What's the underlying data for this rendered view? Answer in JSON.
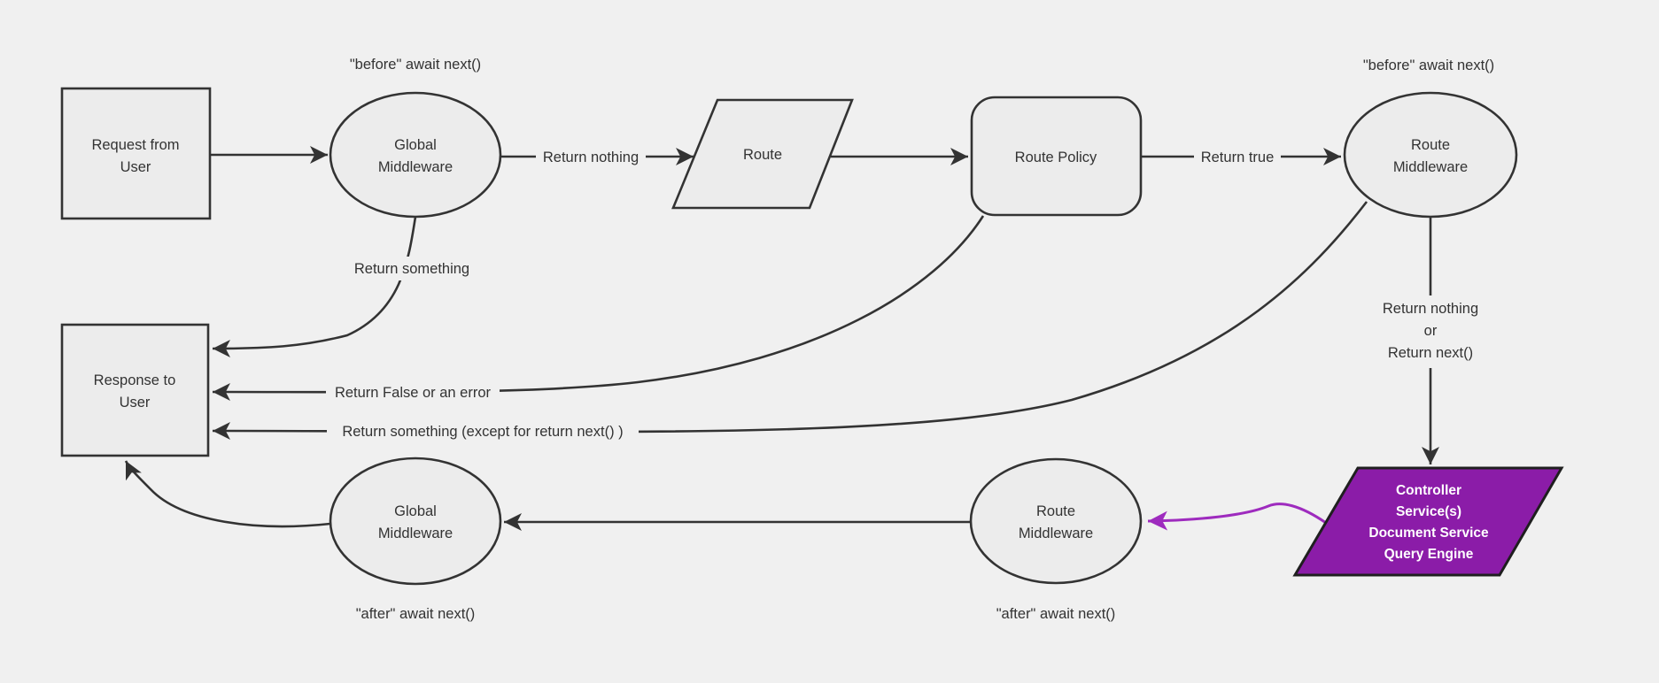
{
  "diagram": {
    "title": "Request middleware lifecycle flowchart",
    "colors": {
      "background": "#f0f0f0",
      "node_fill": "#ececec",
      "node_stroke": "#333333",
      "text": "#333333",
      "purple_fill": "#8b1ca8",
      "purple_arrow": "#9e2bbe",
      "purple_border": "#1f1f1f"
    }
  },
  "nodes": {
    "request": {
      "shape": "rectangle",
      "lines": [
        "Request from",
        "User"
      ]
    },
    "global_mw_top": {
      "shape": "ellipse",
      "lines": [
        "Global",
        "Middleware"
      ]
    },
    "route": {
      "shape": "parallelogram",
      "label": "Route"
    },
    "route_policy": {
      "shape": "rounded-rectangle",
      "label": "Route Policy"
    },
    "route_mw_top": {
      "shape": "ellipse",
      "lines": [
        "Route",
        "Middleware"
      ]
    },
    "response": {
      "shape": "rectangle",
      "lines": [
        "Response to",
        "User"
      ]
    },
    "global_mw_bottom": {
      "shape": "ellipse",
      "lines": [
        "Global",
        "Middleware"
      ]
    },
    "route_mw_bottom": {
      "shape": "ellipse",
      "lines": [
        "Route",
        "Middleware"
      ]
    },
    "controller": {
      "shape": "parallelogram",
      "lines": [
        "Controller",
        "Service(s)",
        "Document Service",
        "Query Engine"
      ]
    }
  },
  "edge_labels": {
    "before_await_left": "\"before\" await next()",
    "before_await_right": "\"before\" await next()",
    "return_nothing": "Return nothing",
    "return_true": "Return true",
    "return_something": "Return something",
    "return_false": "Return False or an error",
    "return_something_except": "Return something (except for return next() )",
    "return_nothing_or": [
      "Return nothing",
      "or",
      "Return next()"
    ],
    "after_await_left": "\"after\" await next()",
    "after_await_right": "\"after\" await next()"
  }
}
